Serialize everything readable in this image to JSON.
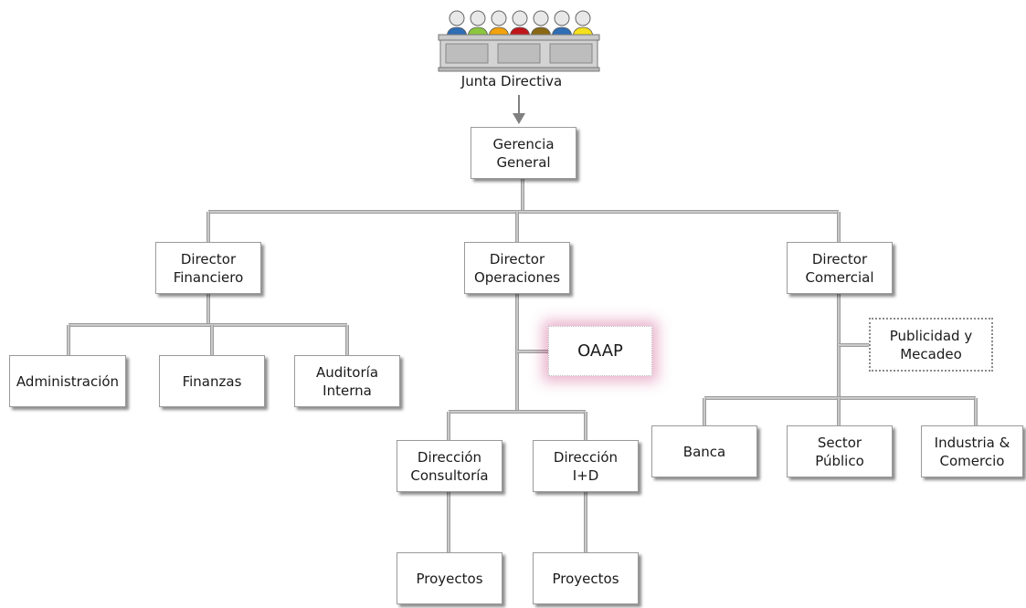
{
  "board": {
    "label": "Junta Directiva",
    "member_colors": [
      "#2f6db5",
      "#8cc63f",
      "#f2a20c",
      "#c0171c",
      "#8b6914",
      "#2f6db5",
      "#f5e11b"
    ],
    "icon": "board-of-directors-icon"
  },
  "nodes": {
    "gerencia": "Gerencia\nGeneral",
    "dir_financiero": "Director\nFinanciero",
    "dir_operaciones": "Director\nOperaciones",
    "dir_comercial": "Director\nComercial",
    "administracion": "Administración",
    "finanzas": "Finanzas",
    "auditoria": "Auditoría\nInterna",
    "oaap": "OAAP",
    "publicidad": "Publicidad y\nMecadeo",
    "consultoria": "Dirección\nConsultoría",
    "id": "Dirección\nI+D",
    "proyectos_1": "Proyectos",
    "proyectos_2": "Proyectos",
    "banca": "Banca",
    "sector_publico": "Sector\nPúblico",
    "industria": "Industria &\nComercio"
  },
  "colors": {
    "connector": "#9c9c9c",
    "box_border": "#9a9a9a",
    "staff_glow": "#c4286e"
  }
}
